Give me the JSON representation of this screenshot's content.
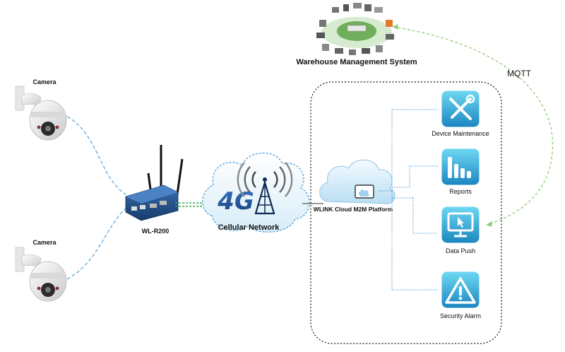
{
  "diagram": {
    "warehouse": {
      "label": "Warehouse Management System"
    },
    "mqtt": {
      "label": "MQTT"
    },
    "cameras": [
      {
        "label": "Camera"
      },
      {
        "label": "Camera"
      }
    ],
    "router": {
      "label": "WL-R200"
    },
    "cellular": {
      "label": "Cellular Network",
      "badge": "4G"
    },
    "platform": {
      "label": "WLINK Cloud M2M Platform"
    },
    "services": [
      {
        "label": "Device Maintenance",
        "icon": "tools-icon"
      },
      {
        "label": "Reports",
        "icon": "bar-chart-icon"
      },
      {
        "label": "Data Push",
        "icon": "monitor-cursor-icon"
      },
      {
        "label": "Security Alarm",
        "icon": "warning-icon"
      }
    ],
    "colors": {
      "tile_top": "#5fd0ef",
      "tile_bottom": "#1f8fc6",
      "cloud_light": "#eaf6fc",
      "cloud_mid": "#9fd2ee",
      "router_blue": "#1e4f8a",
      "link_blue": "#3f8fd6",
      "link_green": "#39a64a"
    }
  }
}
